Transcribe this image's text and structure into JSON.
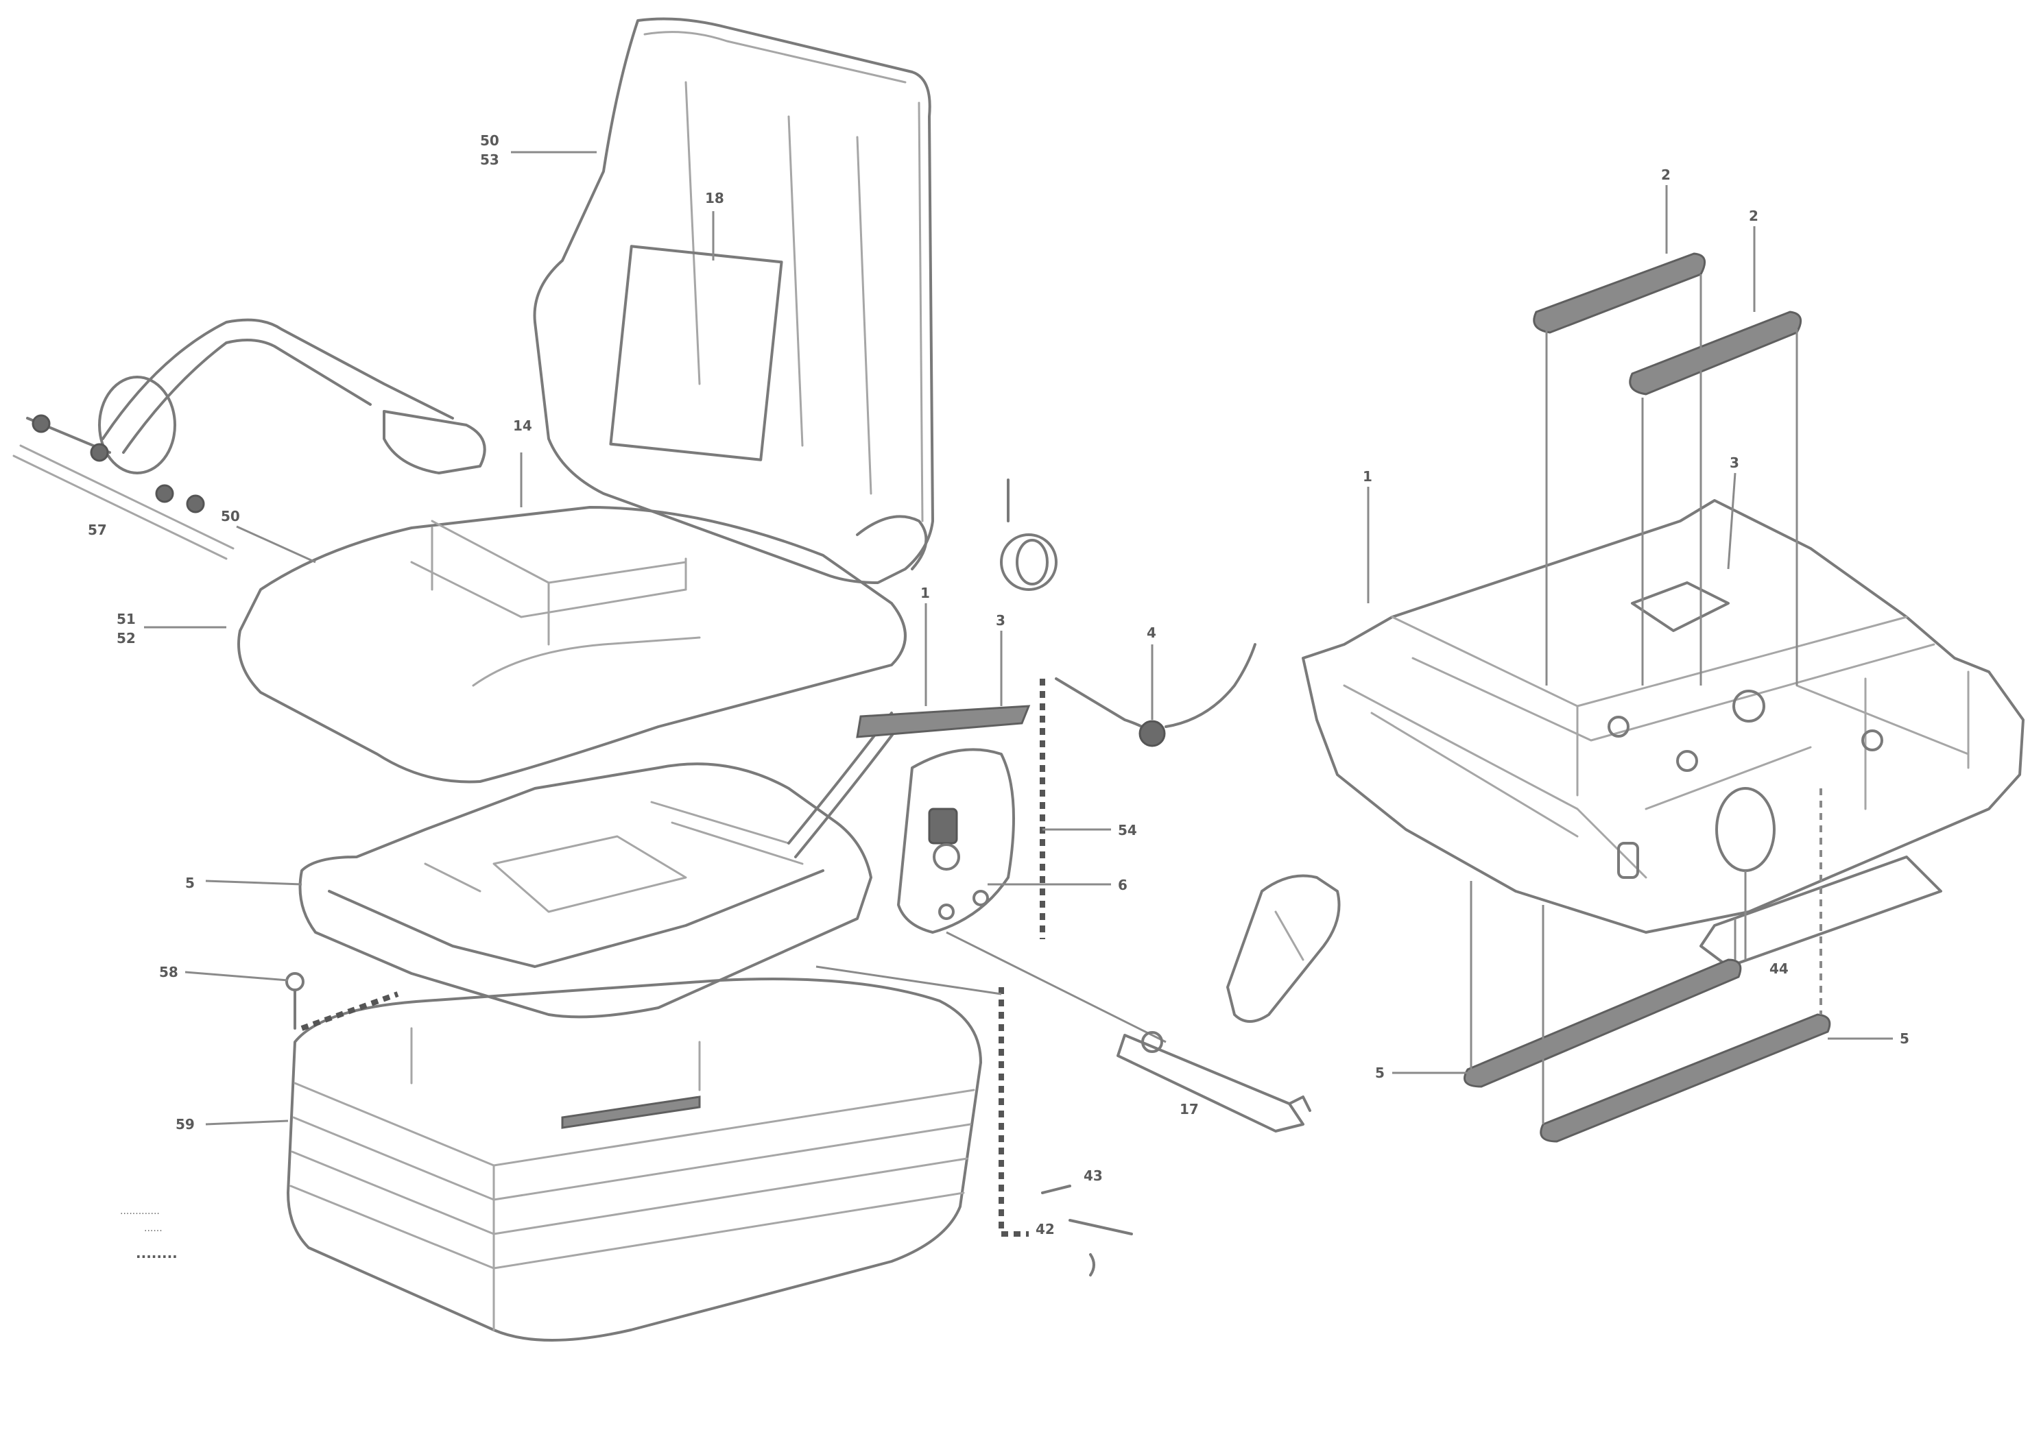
{
  "diagram": {
    "part_labels": {
      "backrest_a": "50",
      "backrest_b": "53",
      "backrest_panel": "18",
      "cushion_panel": "14",
      "armrest_a": "50",
      "cushion_a": "51",
      "cushion_b": "52",
      "belt": "57",
      "knob": "1",
      "lever_top": "3",
      "hook": "4",
      "side_a": "54",
      "side_b": "6",
      "frame": "5",
      "bolt": "58",
      "base": "59",
      "handle": "17",
      "pin_a": "43",
      "pin_b": "42",
      "rail_top_1": "2",
      "rail_top_2": "2",
      "slide_frame": "1",
      "slide_pivot": "3",
      "slide_knob": "44",
      "rail_bot_left": "5",
      "rail_bot_right": "5"
    },
    "footer": {
      "line1": "·············",
      "line2": "······",
      "code": "········"
    }
  }
}
